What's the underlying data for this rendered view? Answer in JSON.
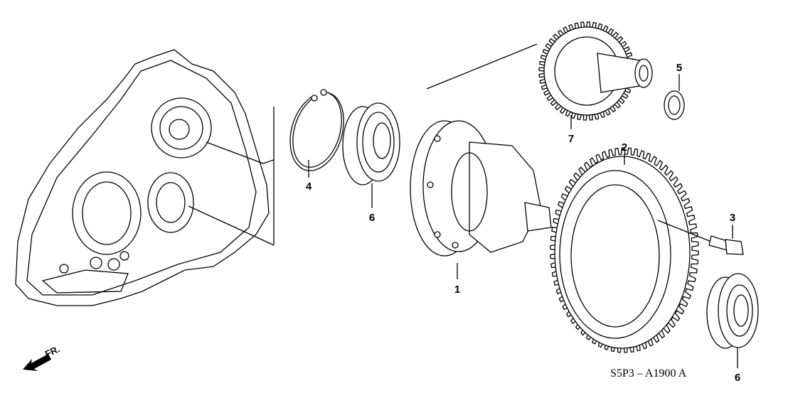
{
  "callouts": {
    "p1": "1",
    "p2": "2",
    "p3": "3",
    "p4": "4",
    "p5": "5",
    "p6a": "6",
    "p6b": "6",
    "p7": "7"
  },
  "direction_label": "FR.",
  "diagram_code": "S5P3 – A1900 A"
}
